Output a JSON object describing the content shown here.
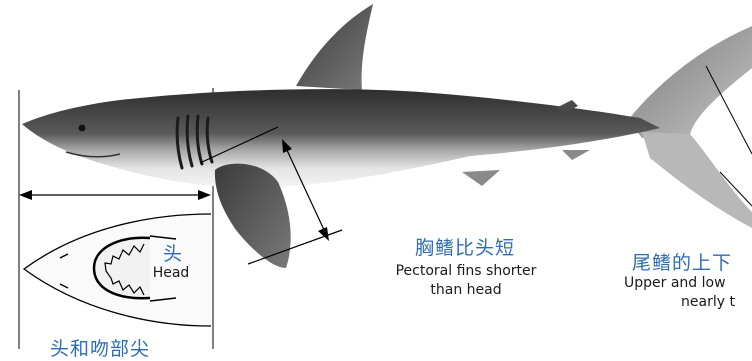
{
  "head_label": {
    "zh": "头",
    "en": "Head"
  },
  "pectoral_label": {
    "zh": "胸鳍比头短",
    "en_line1": "Pectoral fins shorter",
    "en_line2": "than head"
  },
  "tail_label": {
    "zh": "尾鳍的上下",
    "en_line1": "Upper and low",
    "en_line2": "nearly t"
  },
  "snout_label": {
    "zh": "头和吻部尖"
  },
  "colors": {
    "chinese_text": "#2f6db3",
    "english_text": "#1a1a1a",
    "shark_dark": "#3d3d3d",
    "shark_light": "#e6e6e6",
    "line": "#000000"
  }
}
